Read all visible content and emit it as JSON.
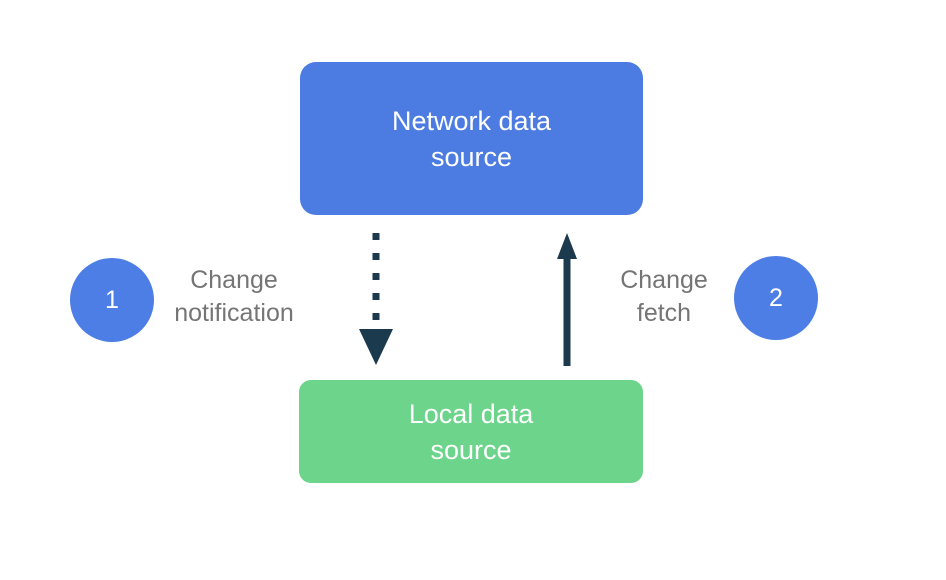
{
  "diagram": {
    "nodes": {
      "network": {
        "label": "Network data\nsource"
      },
      "local": {
        "label": "Local data\nsource"
      }
    },
    "steps": [
      {
        "number": "1",
        "label": "Change\nnotification"
      },
      {
        "number": "2",
        "label": "Change\nfetch"
      }
    ],
    "arrows": [
      {
        "name": "change-notification-arrow",
        "style": "dotted",
        "direction": "down",
        "from": "network",
        "to": "local"
      },
      {
        "name": "change-fetch-arrow",
        "style": "solid",
        "direction": "up",
        "from": "local",
        "to": "network"
      }
    ],
    "colors": {
      "node_blue": "#4C7CE2",
      "node_green": "#6CD48B",
      "badge_blue": "#4C7EE6",
      "arrow_dark": "#1C3A4D",
      "label_gray": "#757575",
      "node_text": "#FFFFFF",
      "background": "#FFFFFF"
    }
  }
}
